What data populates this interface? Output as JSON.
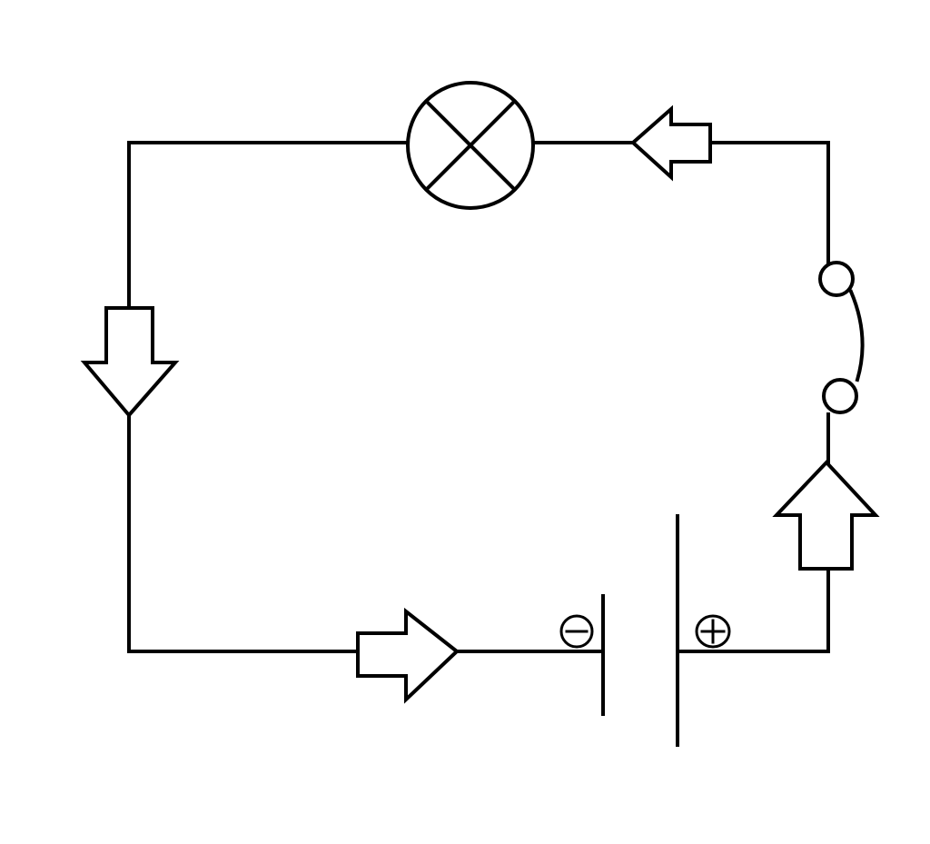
{
  "diagram": {
    "type": "electric-circuit",
    "components": [
      {
        "name": "lamp",
        "symbol": "lamp-icon"
      },
      {
        "name": "switch",
        "symbol": "switch-icon",
        "state": "closed"
      },
      {
        "name": "battery",
        "symbol": "battery-icon",
        "terminals": {
          "negative": "−",
          "positive": "+"
        }
      }
    ],
    "current_arrows": [
      {
        "name": "arrow-top",
        "direction": "left"
      },
      {
        "name": "arrow-left",
        "direction": "down"
      },
      {
        "name": "arrow-bottom",
        "direction": "right"
      },
      {
        "name": "arrow-right",
        "direction": "up"
      }
    ],
    "colors": {
      "stroke": "#000000",
      "background": "#ffffff"
    }
  }
}
